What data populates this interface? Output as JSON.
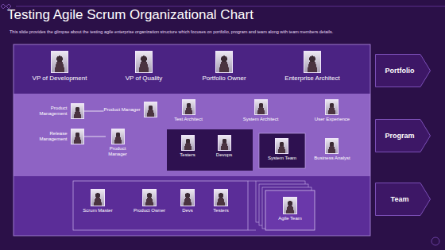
{
  "diagram": {
    "title": "Testing Agile Scrum Organizational Chart",
    "nodes": [
      {
        "text": [
          "VP of Development"
        ]
      },
      {
        "text": [
          "VP of Quality"
        ]
      },
      {
        "text": [
          "Portfolio Owner"
        ]
      },
      {
        "text": [
          "Enterprise Architect"
        ]
      },
      {
        "text": [
          "Portfolio"
        ]
      },
      {
        "text": [
          "Product Management"
        ]
      },
      {
        "text": [
          "Product Manager"
        ]
      },
      {
        "text": [
          "Test Architect"
        ]
      },
      {
        "text": [
          "System Architect"
        ]
      },
      {
        "text": [
          "User Experience"
        ]
      },
      {
        "text": [
          "Release Management"
        ]
      },
      {
        "text": [
          "Product Manager"
        ]
      },
      {
        "text": [
          "Testers"
        ]
      },
      {
        "text": [
          "Devops"
        ]
      },
      {
        "text": [
          "System Team"
        ]
      },
      {
        "text": [
          "Business Analyst"
        ]
      },
      {
        "text": [
          "Program"
        ]
      },
      {
        "text": [
          "Scrum Master"
        ]
      },
      {
        "text": [
          "Product Owner"
        ]
      },
      {
        "text": [
          "Devs"
        ]
      },
      {
        "text": [
          "Testers"
        ]
      },
      {
        "text": [
          "Agile Team"
        ]
      },
      {
        "text": [
          "Team"
        ]
      }
    ],
    "edges": [
      {
        "from": 5,
        "to": 6,
        "arrow": "none"
      },
      {
        "from": 10,
        "to": 11,
        "arrow": "none"
      }
    ],
    "labels": [
      "This slide provides the glimpse about the testing agile enterprise organization structure which focuses on portfolio, program and team along with team members details."
    ]
  }
}
